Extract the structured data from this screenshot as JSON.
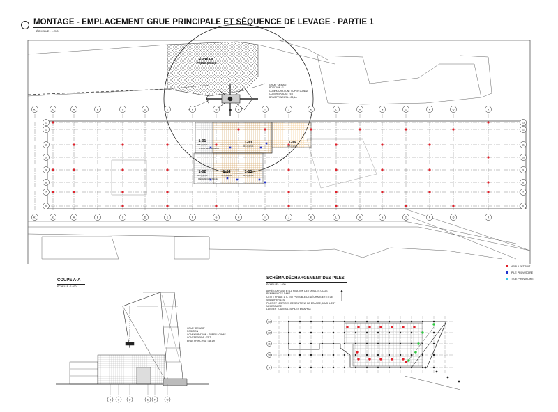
{
  "sheet": {
    "badge": "",
    "title": "MONTAGE - EMPLACEMENT GRUE PRINCIPALE ET SÉQUENCE DE LEVAGE - PARTIE 1",
    "scale": "ÉCHELLE : 1:250"
  },
  "zone_label": {
    "line1": "ZONE DE",
    "line2": "PRISE COLIS"
  },
  "crane_note": {
    "text": "GRUE \"DEMAG\"\nPOSITION : 1\nCONFIGURATION : SUPER LOWAE\nCONTREPOIDS : 75 T\nBRAS PRINCIPAL : 88,1m"
  },
  "panels": [
    {
      "id": "1-01",
      "sub": "20,5 (1)(2)+1"
    },
    {
      "id": "1-03",
      "sub": "20,5 (1)(2)+1"
    },
    {
      "id": "1-06",
      "sub": "20,5 (1)(2)+1"
    },
    {
      "id": "1-02",
      "sub": "20,5 (1)(2)+1"
    },
    {
      "id": "1-04",
      "sub": "20,5 (1)(2)+1"
    },
    {
      "id": "1-05",
      "sub": "20,5 (1)(2)+1"
    }
  ],
  "panel_notes": {
    "note_a": "PIÈCE SEUL BATAILLE",
    "note_b": "PIÈCE SEUL BATAILLE"
  },
  "column_labels": [
    "A1",
    "A2",
    "A",
    "B",
    "C",
    "D",
    "E",
    "F",
    "G",
    "H",
    "I",
    "J",
    "K",
    "L",
    "M",
    "N",
    "O",
    "P",
    "Q",
    "R"
  ],
  "row_labels": [
    "13",
    "12",
    "11",
    "10",
    "9",
    "8",
    "7",
    "6"
  ],
  "section_a": {
    "title": "COUPE A-A",
    "scale": "ÉCHELLE : 1:500",
    "crane_note": "GRUE \"DEMAG\"\nPOSITION\nCONFIGURATION : SUPER LOWAE\nCONTREPOIDS : 75 T\nBRAS PRINCIPAL : 88,1m"
  },
  "schema": {
    "title": "SCHÉMA DÉCHARGEMENT DES PILES",
    "scale": "ÉCHELLE : 1:500",
    "note": "APRÈS LA POSE ET LA FIXATION DE TOUS LES COLIS RÉMANENCES DANS\nCETTE PHASE 1, IL EST POSSIBLE DE DÉCHARGER ET DE SOLIDIFIER LES\nPILES ET LES TIGES DE SOUTIENS DE BRANDE, MAIS IL EST NÉCESSAIRE\nLAISSER TOUTES LES PILES EN APPUI."
  },
  "legend": {
    "items": [
      {
        "label": "APPUI DÉTRUIT",
        "color": "#e0202a"
      },
      {
        "label": "PILE PROVISOIRE",
        "color": "#2233cc"
      },
      {
        "label": "TIGE PROVISOIRE",
        "color": "#35c8e6"
      }
    ]
  },
  "colors": {
    "line": "#222222",
    "grid": "#555555",
    "orange_grid": "#f0a030",
    "red_point": "#e0202a",
    "blue_point": "#2233cc",
    "green_point": "#2ecc40",
    "road": "#666666"
  }
}
